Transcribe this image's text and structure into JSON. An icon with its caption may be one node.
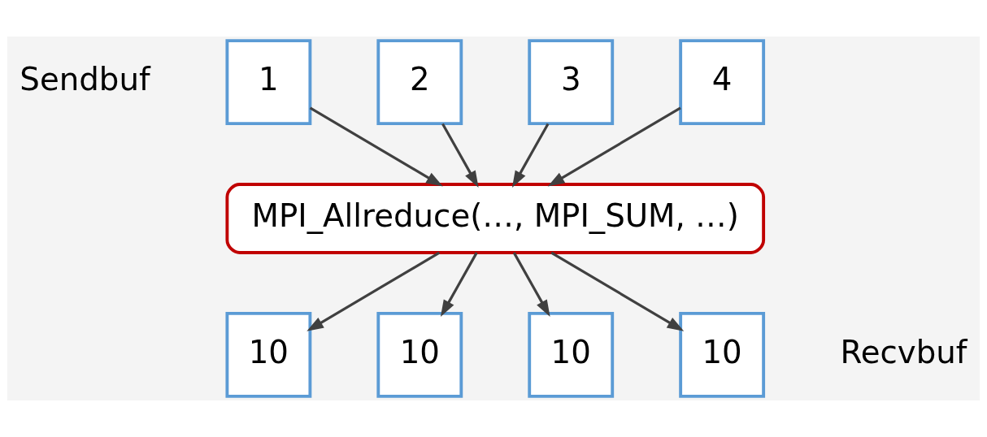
{
  "diagram": {
    "nodes": [
      {
        "text": [
          "1"
        ]
      },
      {
        "text": [
          "2"
        ]
      },
      {
        "text": [
          "3"
        ]
      },
      {
        "text": [
          "4"
        ]
      },
      {
        "text": [
          "MPI_Allreduce(…, MPI_SUM, …)"
        ]
      },
      {
        "text": [
          "10"
        ]
      },
      {
        "text": [
          "10"
        ]
      },
      {
        "text": [
          "10"
        ]
      },
      {
        "text": [
          "10"
        ]
      }
    ],
    "edges": [
      {
        "from": 0,
        "to": 4,
        "arrow": "to"
      },
      {
        "from": 1,
        "to": 4,
        "arrow": "to"
      },
      {
        "from": 2,
        "to": 4,
        "arrow": "to"
      },
      {
        "from": 3,
        "to": 4,
        "arrow": "to"
      },
      {
        "from": 4,
        "to": 5,
        "arrow": "to"
      },
      {
        "from": 4,
        "to": 6,
        "arrow": "to"
      },
      {
        "from": 4,
        "to": 7,
        "arrow": "to"
      },
      {
        "from": 4,
        "to": 8,
        "arrow": "to"
      }
    ],
    "labels": [
      "Sendbuf",
      "Recvbuf"
    ]
  }
}
